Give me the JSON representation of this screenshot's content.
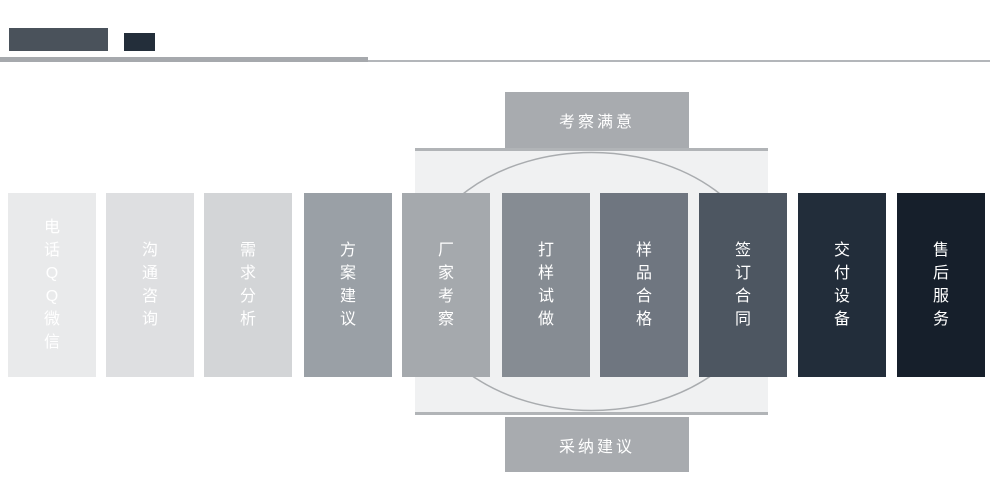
{
  "header": {
    "title_bar_primary_color": "#4a525b",
    "title_bar_secondary_color": "#232e3a",
    "rule_left_color": "#a6a9ad",
    "rule_right_color": "#b3b6ba"
  },
  "diagram": {
    "top_banner": {
      "label": "考察满意",
      "fill": "#a8abaf",
      "text_color": "#ffffff"
    },
    "bottom_banner": {
      "label": "采纳建议",
      "fill": "#a8abaf",
      "text_color": "#ffffff"
    },
    "panel": {
      "fill": "#f0f1f2",
      "border_color": "#b1b4b7",
      "ellipse_stroke": "#a9acaf"
    },
    "steps": [
      {
        "label": "电话QQ微信",
        "color": "#e9eaeb",
        "text_color": "#ffffff"
      },
      {
        "label": "沟通咨询",
        "color": "#dedfe1",
        "text_color": "#ffffff"
      },
      {
        "label": "需求分析",
        "color": "#d3d5d7",
        "text_color": "#ffffff"
      },
      {
        "label": "方案建议",
        "color": "#9aa0a6",
        "text_color": "#ffffff"
      },
      {
        "label": "厂家考察",
        "color": "#a5a9ad",
        "text_color": "#ffffff"
      },
      {
        "label": "打样试做",
        "color": "#868c93",
        "text_color": "#ffffff"
      },
      {
        "label": "样品合格",
        "color": "#6f7680",
        "text_color": "#ffffff"
      },
      {
        "label": "签订合同",
        "color": "#4d5661",
        "text_color": "#ffffff"
      },
      {
        "label": "交付设备",
        "color": "#222d3a",
        "text_color": "#ffffff"
      },
      {
        "label": "售后服务",
        "color": "#161f2b",
        "text_color": "#ffffff"
      }
    ]
  }
}
